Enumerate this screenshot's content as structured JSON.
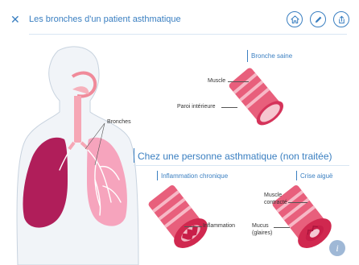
{
  "header": {
    "title": "Les bronches d'un patient asthmatique",
    "close_icon": "close-icon",
    "buttons": [
      {
        "icon": "home-icon"
      },
      {
        "icon": "pencil-icon"
      },
      {
        "icon": "share-icon"
      }
    ]
  },
  "healthy": {
    "section_label": "Bronche saine",
    "muscle_label": "Muscle",
    "wall_label": "Paroi intérieure"
  },
  "body_figure": {
    "bronchi_label": "Bronches"
  },
  "asthma": {
    "heading": "Chez une personne asthmatique (non traitée)",
    "chronic_label": "Inflammation chronique",
    "inflammation_label": "Inflammation",
    "acute_label": "Crise aiguë",
    "muscle_contracted_label_1": "Muscle",
    "muscle_contracted_label_2": "contracté",
    "mucus_label_1": "Mucus",
    "mucus_label_2": "(glaires)"
  },
  "info_button": {
    "icon": "info-icon",
    "glyph": "i"
  },
  "colors": {
    "accent": "#3a7fc1",
    "tissue": "#e04a6a",
    "lung": "#b01e5a"
  }
}
